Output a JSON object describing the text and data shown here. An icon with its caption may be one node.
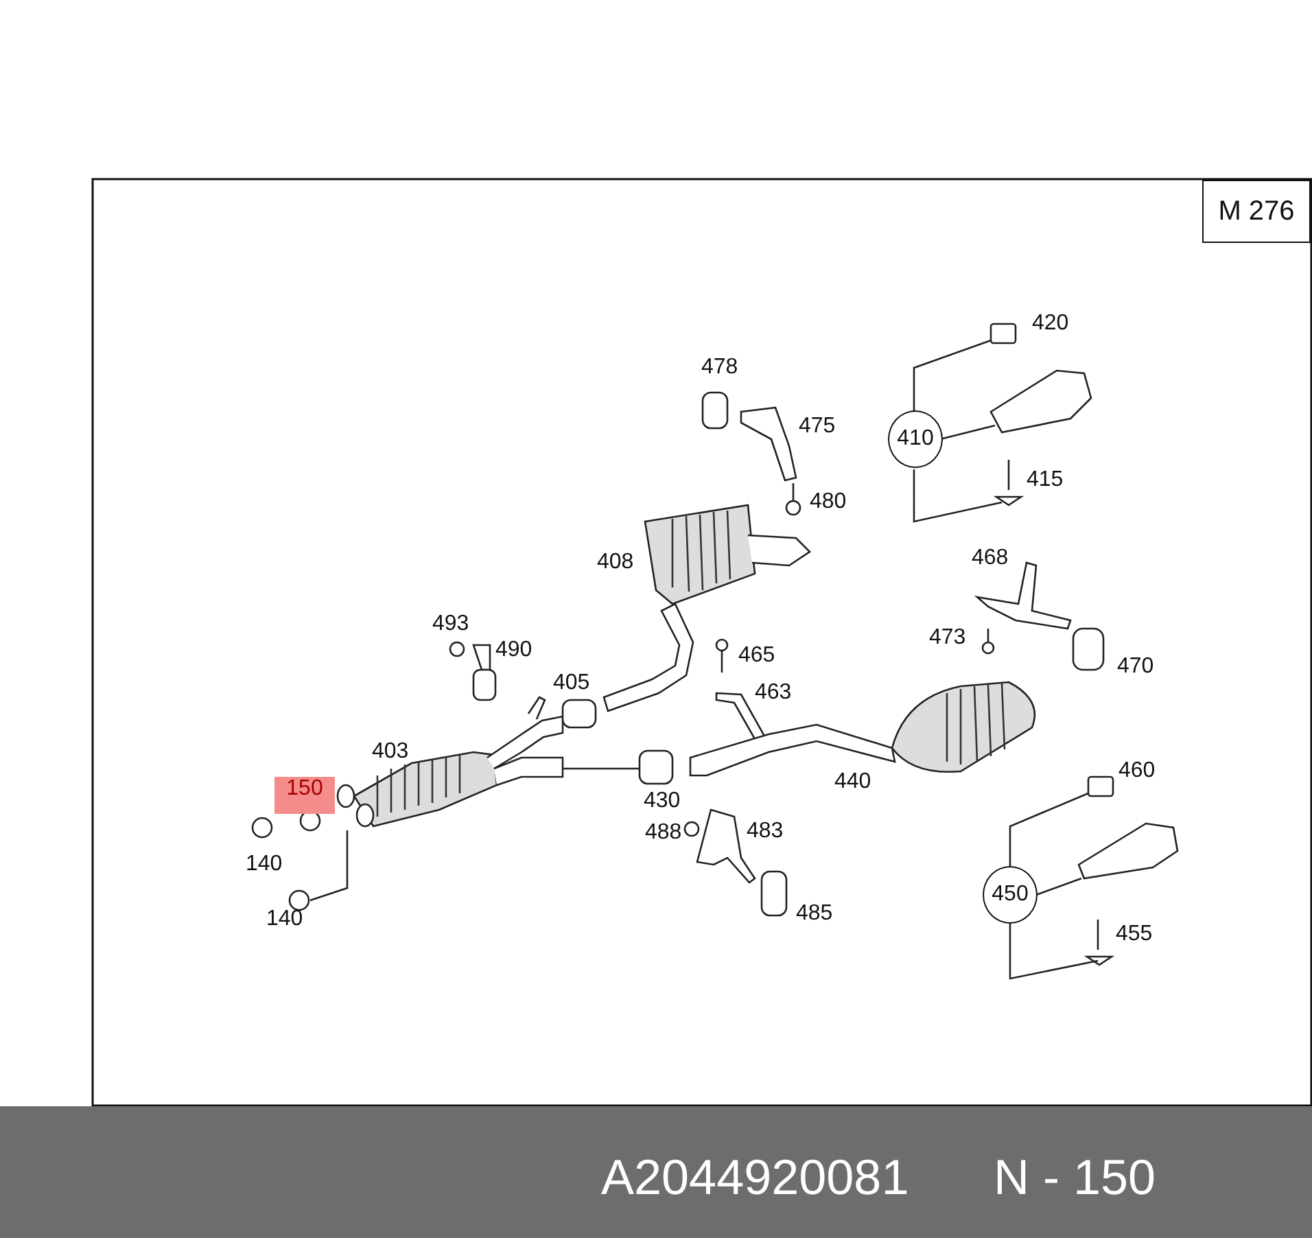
{
  "diagram": {
    "nodes": [
      {
        "text": [
          "M 276"
        ]
      },
      {
        "text": [
          "410"
        ]
      },
      {
        "text": [
          "150"
        ]
      },
      {
        "text": [
          "450"
        ]
      }
    ],
    "labels": [
      "420",
      "478",
      "475",
      "415",
      "480",
      "408",
      "468",
      "493",
      "490",
      "465",
      "473",
      "470",
      "405",
      "463",
      "403",
      "440",
      "430",
      "460",
      "488",
      "483",
      "140",
      "140",
      "485",
      "455",
      "A2044920081",
      "N - 150"
    ]
  }
}
